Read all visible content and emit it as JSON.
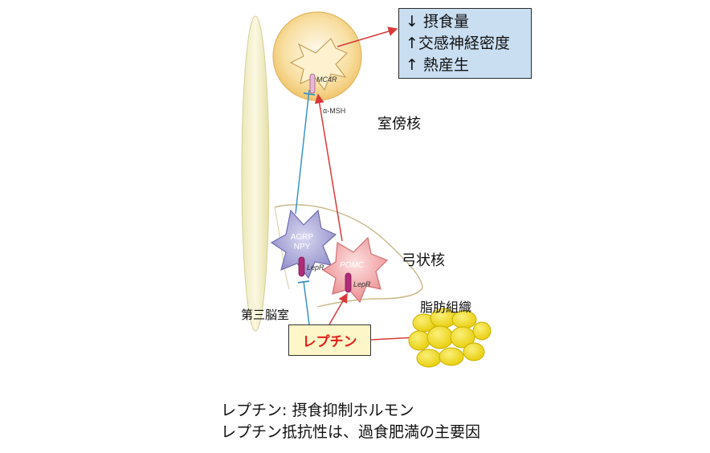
{
  "effects": {
    "line1": "↓ 摂食量",
    "line2": "↑交感神経密度",
    "line3": "↑ 熱産生"
  },
  "labels": {
    "pvn": "室傍核",
    "arc": "弓状核",
    "third_ventricle": "第三脳室",
    "adipose": "脂肪組織",
    "mc4r": "MC4R",
    "alpha_msh": "α-MSH",
    "agrp": "AGRP",
    "npy": "NPY",
    "lepr1": "LepR",
    "pomc": "POMC",
    "lepr2": "LepR",
    "leptin": "レプチン"
  },
  "captions": {
    "line1": "レプチン: 摂食抑制ホルモン",
    "line2": "レプチン抵抗性は、過食肥満の主要因"
  },
  "colors": {
    "inhibit_arrow": "#3a93c8",
    "stimulate_arrow": "#d83a3a",
    "pvn_cell": "#f6d489",
    "agrp_cell": "#a7a6d8",
    "pomc_cell": "#f2a7a9",
    "adipose": "#f4e21c",
    "effects_box": "#c9def0",
    "leptin_box": "#fdf6c8",
    "leptin_text": "#e0201b"
  }
}
